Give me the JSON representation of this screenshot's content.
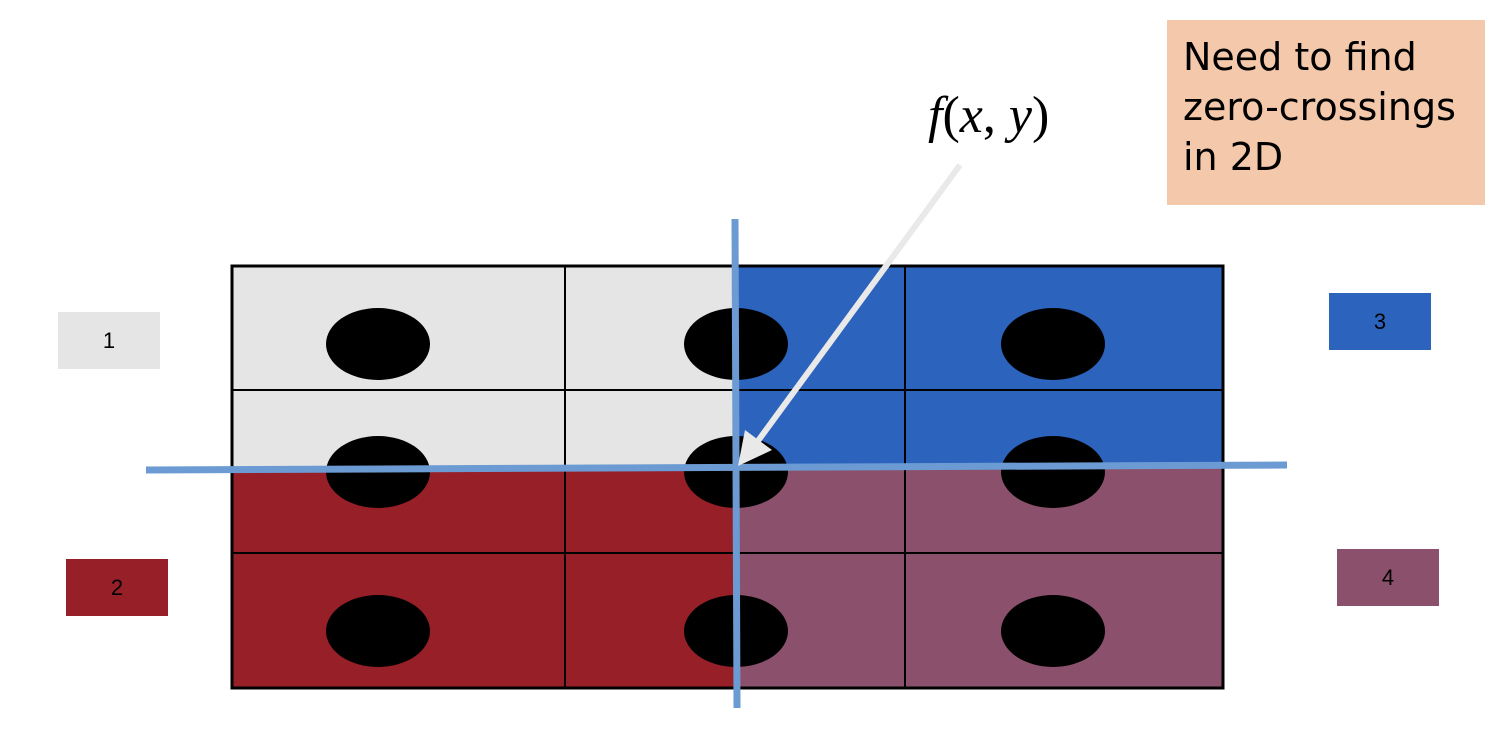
{
  "annotation": {
    "lines": [
      "Need to find",
      "zero-crossings",
      "in 2D"
    ],
    "background": "#f3c8ab"
  },
  "function_label": {
    "name": "f",
    "x": "x",
    "y": "y"
  },
  "legend": [
    {
      "label": "1",
      "color": "#e5e5e5"
    },
    {
      "label": "2",
      "color": "#961f28"
    },
    {
      "label": "3",
      "color": "#2b63bd"
    },
    {
      "label": "4",
      "color": "#8b516c"
    }
  ],
  "grid": {
    "rows": 4,
    "cols": 4,
    "region_colors": {
      "top_left": "#e5e5e5",
      "bottom_left": "#961f28",
      "top_right": "#2b63bd",
      "bottom_right": "#8b516c"
    },
    "crosshair_color": "#6b9bd2",
    "arrow_color": "#e9e9e9"
  }
}
